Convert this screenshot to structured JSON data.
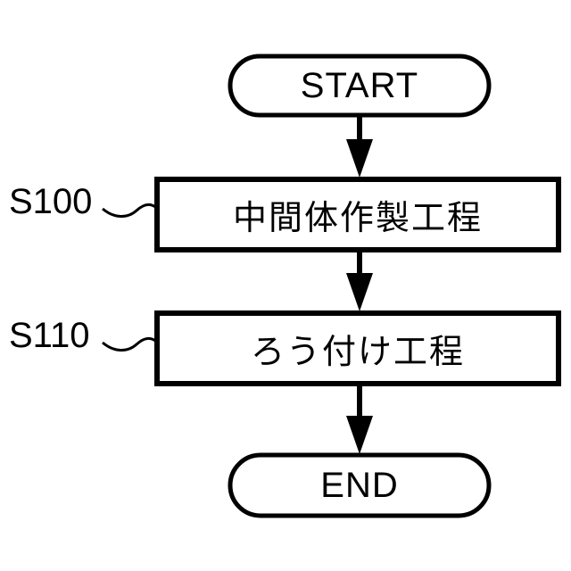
{
  "diagram": {
    "title": "",
    "type": "flowchart",
    "orientation": "vertical",
    "colors": {
      "stroke": "#000000",
      "fill": "#ffffff",
      "text": "#000000",
      "background": "#ffffff"
    },
    "nodes": [
      {
        "id": "start",
        "shape": "terminator",
        "label": "START",
        "step_tag": ""
      },
      {
        "id": "process-1",
        "shape": "process",
        "label": "中間体作製工程",
        "step_tag": "S100"
      },
      {
        "id": "process-2",
        "shape": "process",
        "label": "ろう付け工程",
        "step_tag": "S110"
      },
      {
        "id": "end",
        "shape": "terminator",
        "label": "END",
        "step_tag": ""
      }
    ],
    "connectors": [
      {
        "from": "start",
        "to": "process-1",
        "style": "solid-arrow"
      },
      {
        "from": "process-1",
        "to": "process-2",
        "style": "solid-arrow"
      },
      {
        "from": "process-2",
        "to": "end",
        "style": "solid-arrow"
      }
    ],
    "leader_lines": [
      {
        "for": "process-1",
        "label": "S100",
        "style": "wavy"
      },
      {
        "for": "process-2",
        "label": "S110",
        "style": "wavy"
      }
    ]
  }
}
